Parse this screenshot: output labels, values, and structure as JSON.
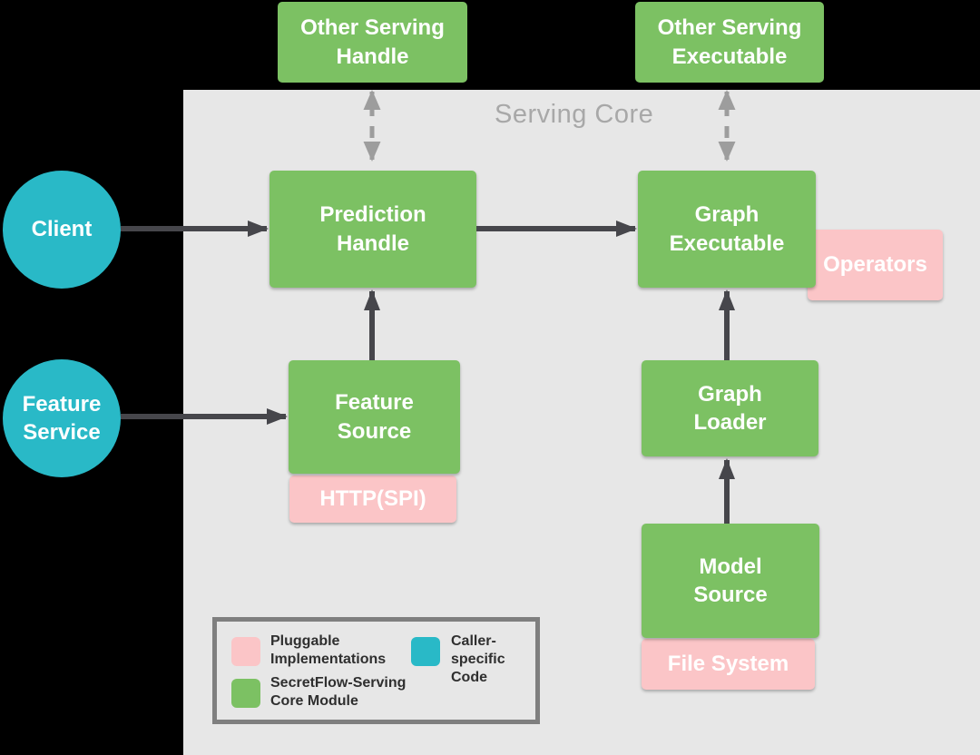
{
  "panel": {
    "title": "Serving Core"
  },
  "nodes": {
    "other_serving_handle": {
      "line1": "Other Serving",
      "line2": "Handle"
    },
    "other_serving_executable": {
      "line1": "Other Serving",
      "line2": "Executable"
    },
    "prediction_handle": {
      "line1": "Prediction",
      "line2": "Handle"
    },
    "graph_executable": {
      "line1": "Graph",
      "line2": "Executable"
    },
    "feature_source": {
      "line1": "Feature",
      "line2": "Source"
    },
    "graph_loader": {
      "line1": "Graph",
      "line2": "Loader"
    },
    "model_source": {
      "line1": "Model",
      "line2": "Source"
    },
    "operators": {
      "label": "Operators"
    },
    "http_spi": {
      "label": "HTTP(SPI)"
    },
    "file_system": {
      "label": "File System"
    },
    "client": {
      "label": "Client"
    },
    "feature_service": {
      "line1": "Feature",
      "line2": "Service"
    }
  },
  "legend": {
    "pluggable": {
      "line1": "Pluggable",
      "line2": "Implementations"
    },
    "caller": {
      "line1": "Caller-specific",
      "line2": "Code"
    },
    "core": {
      "line1": "SecretFlow-Serving",
      "line2": "Core Module"
    }
  },
  "colors": {
    "bg": "#000000",
    "panel": "#e7e7e7",
    "green": "#7cc163",
    "pink": "#fbc5c7",
    "teal": "#29b9c7",
    "arrow": "#46464b",
    "dashed": "#9d9d9d",
    "title": "#a8a8a8",
    "legend_border": "#7f7f7f",
    "legend_text": "#2f2f2f"
  }
}
